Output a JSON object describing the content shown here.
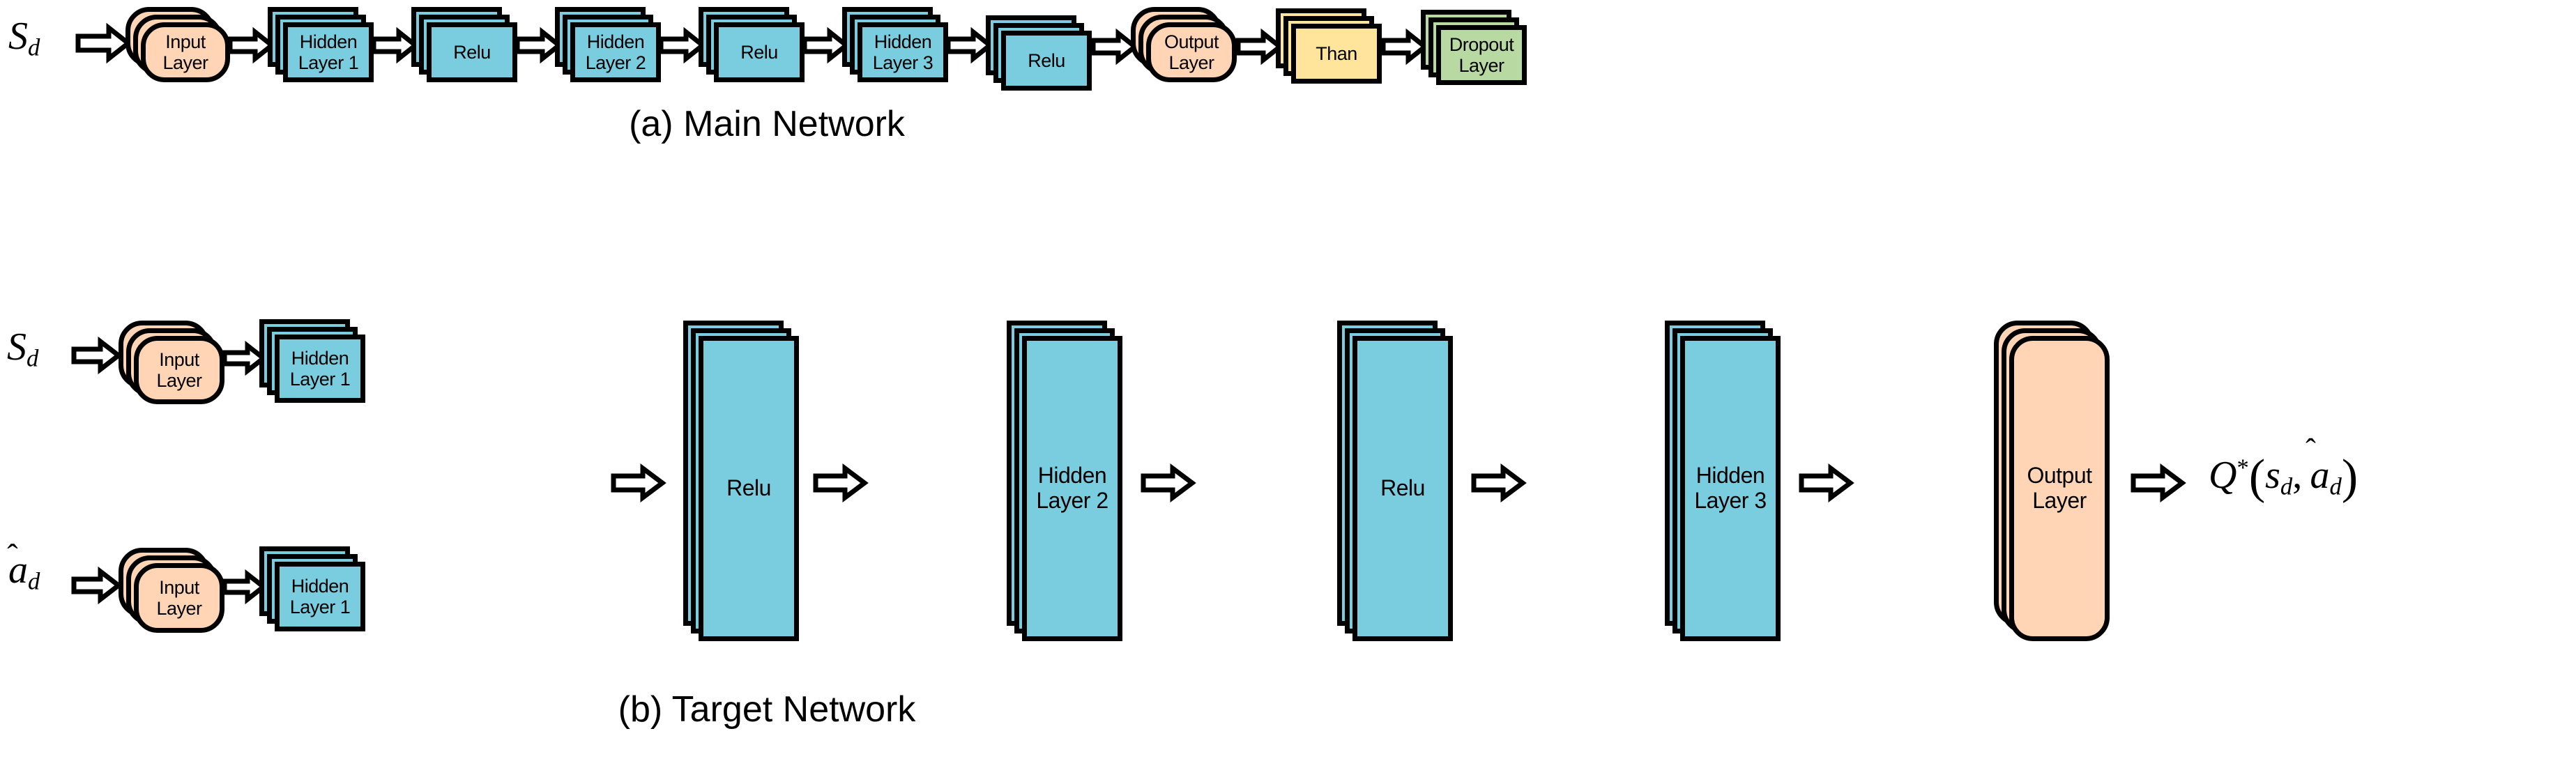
{
  "figure": {
    "title": "Main and Target Network Architecture",
    "background_color": "#FFFFFF",
    "palette": {
      "peach": "#FFD5B5",
      "blue": "#7ACDDE",
      "yellow": "#FFE49B",
      "green": "#B9D9A3",
      "outline": "#000000"
    }
  },
  "panels": [
    {
      "id": "main-network",
      "caption": "(a) Main Network",
      "input_label": {
        "base": "S",
        "sub": "d"
      },
      "blocks": [
        {
          "name": "input-layer",
          "label": "Input\nLayer",
          "color": "#FFD5B5",
          "shape": "rounded"
        },
        {
          "name": "hidden-layer-1",
          "label": "Hidden\nLayer 1",
          "color": "#7ACDDE",
          "shape": "square"
        },
        {
          "name": "relu-1",
          "label": "Relu",
          "color": "#7ACDDE",
          "shape": "square"
        },
        {
          "name": "hidden-layer-2",
          "label": "Hidden\nLayer 2",
          "color": "#7ACDDE",
          "shape": "square"
        },
        {
          "name": "relu-2",
          "label": "Relu",
          "color": "#7ACDDE",
          "shape": "square"
        },
        {
          "name": "hidden-layer-3",
          "label": "Hidden\nLayer 3",
          "color": "#7ACDDE",
          "shape": "square"
        },
        {
          "name": "relu-3",
          "label": "Relu",
          "color": "#7ACDDE",
          "shape": "square"
        },
        {
          "name": "output-layer",
          "label": "Output\nLayer",
          "color": "#FFD5B5",
          "shape": "rounded"
        },
        {
          "name": "than",
          "label": "Than",
          "color": "#FFE49B",
          "shape": "square"
        },
        {
          "name": "dropout-layer",
          "label": "Dropout\nLayer",
          "color": "#B9D9A3",
          "shape": "square"
        }
      ]
    },
    {
      "id": "target-network",
      "caption": "(b) Target Network",
      "input_labels": [
        {
          "base": "S",
          "sub": "d",
          "hat": false
        },
        {
          "base": "a",
          "sub": "d",
          "hat": true
        }
      ],
      "branch_blocks": [
        {
          "name": "input-layer",
          "label": "Input\nLayer",
          "color": "#FFD5B5",
          "shape": "rounded"
        },
        {
          "name": "hidden-layer-1",
          "label": "Hidden\nLayer 1",
          "color": "#7ACDDE",
          "shape": "square"
        }
      ],
      "trunk_blocks": [
        {
          "name": "relu-1",
          "label": "Relu",
          "color": "#7ACDDE",
          "shape": "square"
        },
        {
          "name": "hidden-layer-2",
          "label": "Hidden\nLayer 2",
          "color": "#7ACDDE",
          "shape": "square"
        },
        {
          "name": "relu-2",
          "label": "Relu",
          "color": "#7ACDDE",
          "shape": "square"
        },
        {
          "name": "hidden-layer-3",
          "label": "Hidden\nLayer 3",
          "color": "#7ACDDE",
          "shape": "square"
        },
        {
          "name": "output-layer",
          "label": "Output\nLayer",
          "color": "#FFD5B5",
          "shape": "rounded"
        }
      ],
      "output_expression": {
        "q": "Q",
        "star": "*",
        "open": "(",
        "arg1_base": "s",
        "arg1_sub": "d",
        "comma": ",",
        "arg2_base": "a",
        "arg2_sub": "d",
        "arg2_hat": true,
        "close": ")"
      }
    }
  ],
  "labels": {
    "input_layer": "Input\nLayer",
    "hidden_layer_1": "Hidden\nLayer 1",
    "hidden_layer_2": "Hidden\nLayer 2",
    "hidden_layer_3": "Hidden\nLayer 3",
    "relu": "Relu",
    "output_layer": "Output\nLayer",
    "than": "Than",
    "dropout_layer": "Dropout\nLayer",
    "caption_a": "(a) Main Network",
    "caption_b": "(b) Target Network"
  }
}
